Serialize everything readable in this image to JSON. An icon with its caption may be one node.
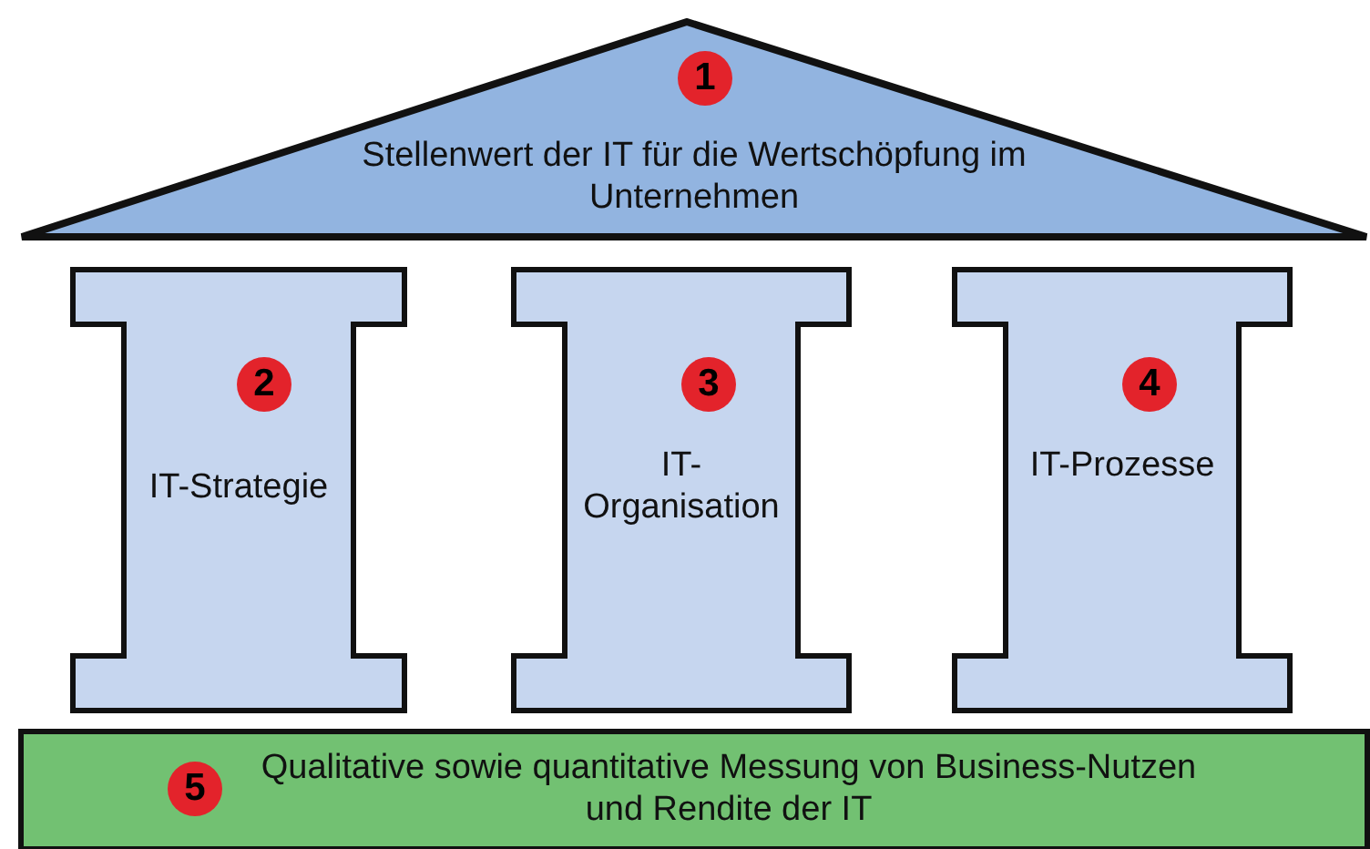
{
  "diagram": {
    "nodes": [
      {
        "text": [
          "1",
          "Stellenwert der IT für die Wertschöpfung im Unternehmen"
        ]
      },
      {
        "text": [
          "2",
          "IT-Strategie"
        ]
      },
      {
        "text": [
          "3",
          "IT-Organisation"
        ]
      },
      {
        "text": [
          "4",
          "IT-Prozesse"
        ]
      },
      {
        "text": [
          "5",
          "Qualitative sowie quantitative Messung von Business-Nutzen und Rendite der IT"
        ]
      }
    ]
  }
}
